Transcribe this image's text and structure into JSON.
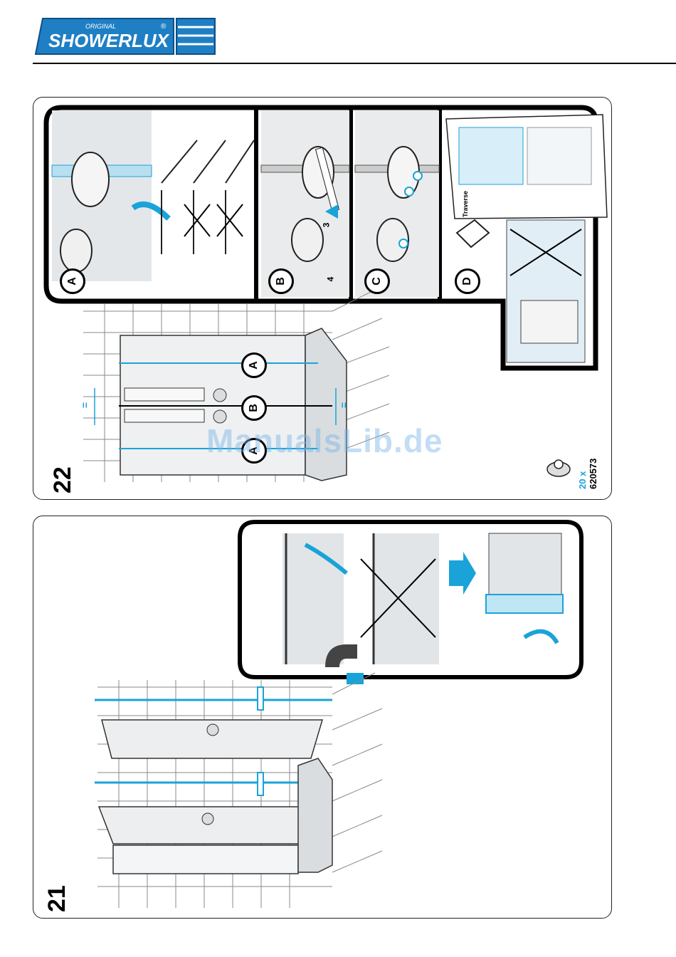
{
  "brand": {
    "pre": "ORIGINAL",
    "name": "SHOWERLUX",
    "reg": "®"
  },
  "step22": {
    "number": "22",
    "insets": [
      "A",
      "B",
      "C",
      "D"
    ],
    "callouts": [
      "A",
      "B",
      "A"
    ],
    "tool_numbers": [
      "3",
      "4"
    ],
    "equal_mark": "=",
    "part": {
      "qty": "20 x",
      "code": "620573"
    },
    "leaflet_title": "Traverse"
  },
  "step21": {
    "number": "21"
  },
  "watermark": "ManualsLib.de",
  "colors": {
    "accent": "#1aa3d9",
    "ink": "#000000",
    "panel_fill": "#d9dde0"
  }
}
